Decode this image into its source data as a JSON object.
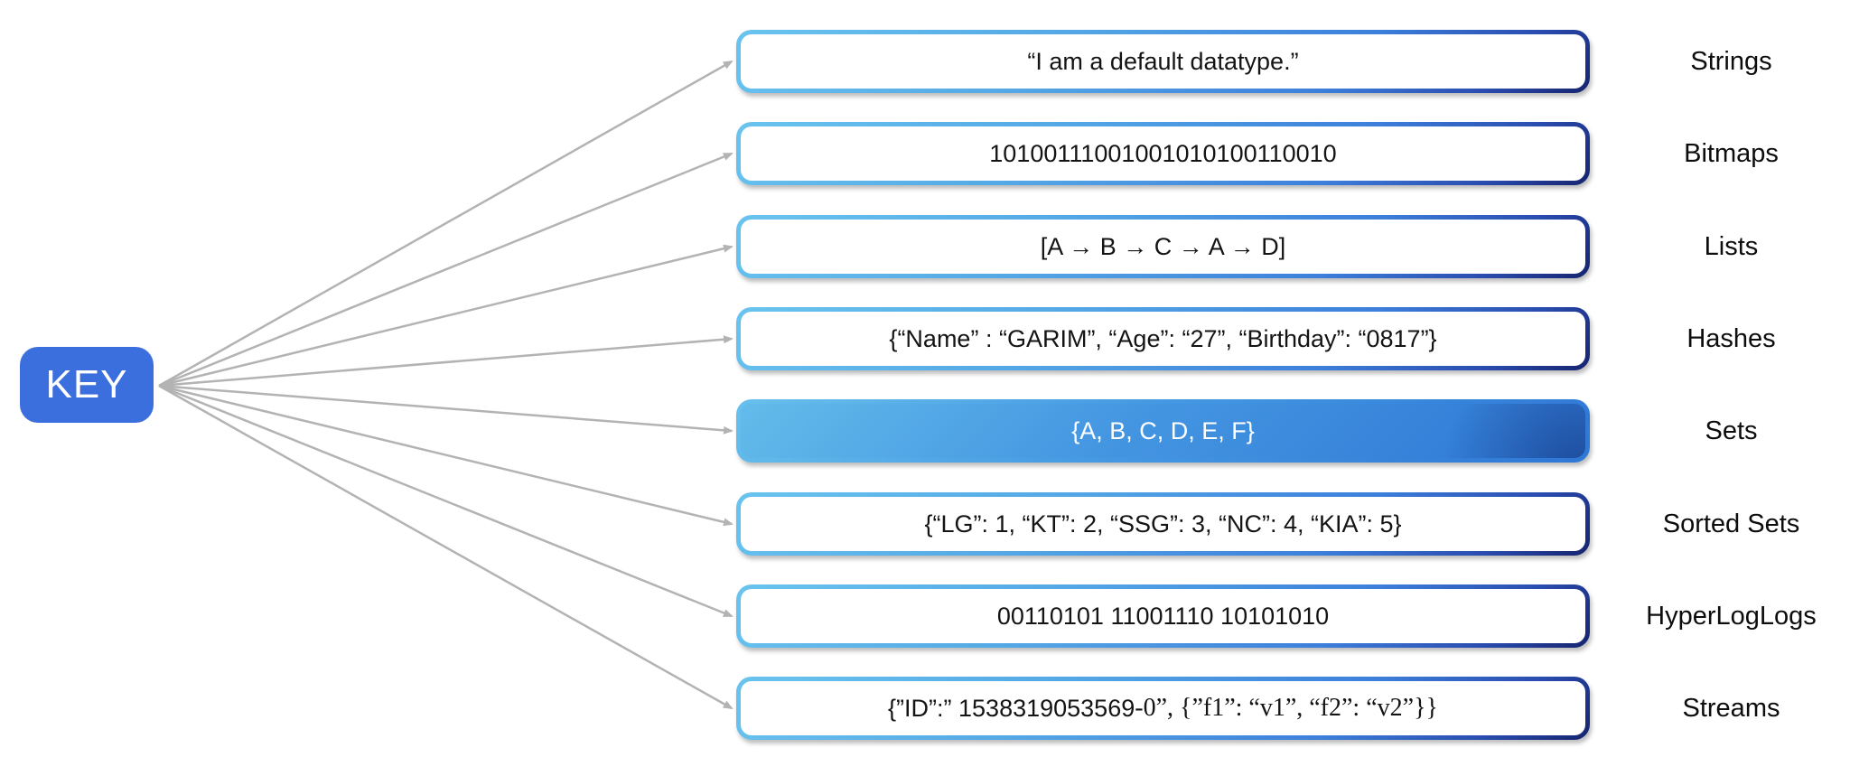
{
  "key_node": {
    "label": "KEY",
    "color": "#3c6fde"
  },
  "arrow_color": "#b3b3b3",
  "border_gradient": {
    "light": "#6ac4ee",
    "mid": "#3d80dc",
    "dark": "#16246e"
  },
  "rows": [
    {
      "type": "Strings",
      "value": "“I am a default datatype.”",
      "style": "outline"
    },
    {
      "type": "Bitmaps",
      "value": "10100111001001010100110010",
      "style": "outline"
    },
    {
      "type": "Lists",
      "value": "[A → B → C → A → D]",
      "style": "outline"
    },
    {
      "type": "Hashes",
      "value": "{“Name” : “GARIM”, “Age”: “27”, “Birthday”: “0817”}",
      "style": "outline"
    },
    {
      "type": "Sets",
      "value": "{A, B, C, D, E, F}",
      "style": "filled"
    },
    {
      "type": "Sorted Sets",
      "value": "{“LG”: 1, “KT”: 2, “SSG”: 3, “NC”: 4, “KIA”: 5}",
      "style": "outline"
    },
    {
      "type": "HyperLogLogs",
      "value": "00110101 11001110 10101010",
      "style": "outline"
    },
    {
      "type": "Streams",
      "value": "{”ID”:” 1538319053569",
      "value_serif": " -0”,  {”f1”: “v1”, “f2”: “v2”}}",
      "style": "outline"
    }
  ]
}
